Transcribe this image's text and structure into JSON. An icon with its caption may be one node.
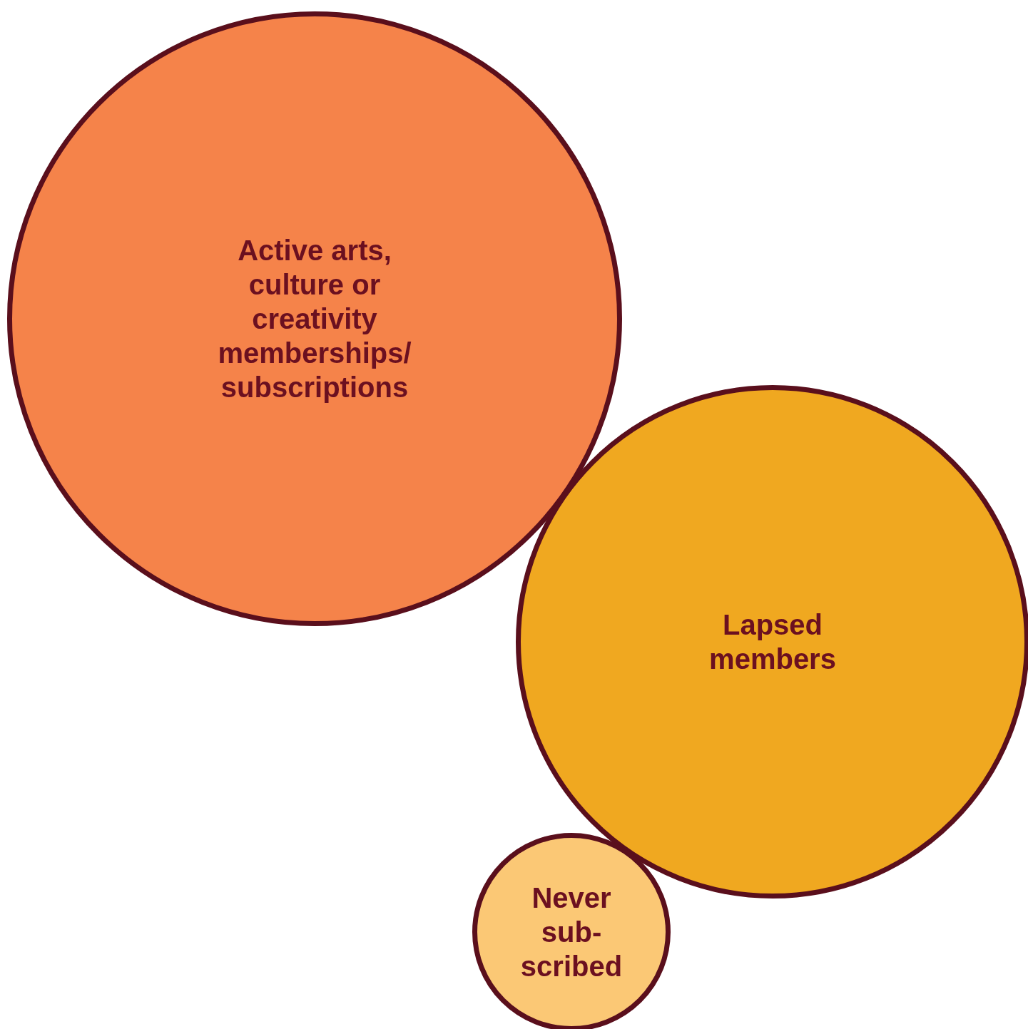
{
  "diagram": {
    "nodes": [
      {
        "text": [
          "Active arts, culture or creativity memberships/ subscriptions"
        ]
      },
      {
        "text": [
          "Lapsed members"
        ]
      },
      {
        "text": [
          "Never sub- scribed"
        ]
      }
    ]
  }
}
